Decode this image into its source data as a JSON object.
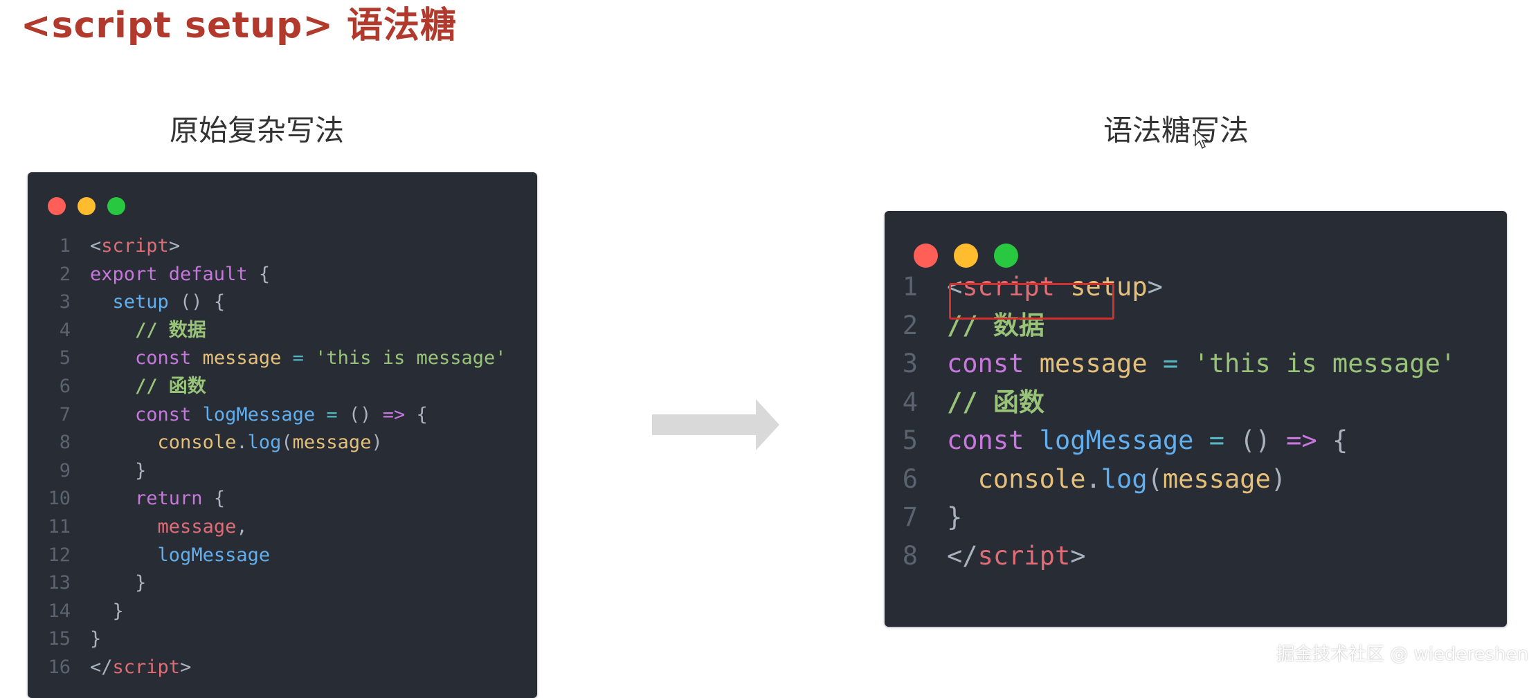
{
  "slide": {
    "title": "<script setup> 语法糖",
    "left_label": "原始复杂写法",
    "right_label": "语法糖写法",
    "watermark": "掘金技术社区 @ wiedereshen"
  },
  "icons": {
    "arrow": "right-arrow-icon",
    "cursor": "mouse-cursor-icon",
    "window_dots": [
      "close-dot",
      "minimize-dot",
      "maximize-dot"
    ]
  },
  "colors": {
    "title": "#b23a2c",
    "editor_bg": "#282c34",
    "highlight_box": "#d0312d",
    "arrow": "#d9d9d9"
  },
  "left_code": {
    "lines": [
      {
        "n": "1",
        "tokens": [
          {
            "c": "plain",
            "t": "<"
          },
          {
            "c": "tag",
            "t": "script"
          },
          {
            "c": "plain",
            "t": ">"
          }
        ]
      },
      {
        "n": "2",
        "tokens": [
          {
            "c": "kw",
            "t": "export default"
          },
          {
            "c": "plain",
            "t": " {"
          }
        ]
      },
      {
        "n": "3",
        "tokens": [
          {
            "c": "plain",
            "t": "  "
          },
          {
            "c": "fn",
            "t": "setup"
          },
          {
            "c": "plain",
            "t": " () {"
          }
        ]
      },
      {
        "n": "4",
        "tokens": [
          {
            "c": "plain",
            "t": "    "
          },
          {
            "c": "comment",
            "t": "// 数据"
          }
        ]
      },
      {
        "n": "5",
        "tokens": [
          {
            "c": "plain",
            "t": "    "
          },
          {
            "c": "kw",
            "t": "const"
          },
          {
            "c": "plain",
            "t": " "
          },
          {
            "c": "var",
            "t": "message"
          },
          {
            "c": "plain",
            "t": " "
          },
          {
            "c": "op",
            "t": "="
          },
          {
            "c": "plain",
            "t": " "
          },
          {
            "c": "str",
            "t": "'this is message'"
          }
        ]
      },
      {
        "n": "6",
        "tokens": [
          {
            "c": "plain",
            "t": "    "
          },
          {
            "c": "comment",
            "t": "// 函数"
          }
        ]
      },
      {
        "n": "7",
        "tokens": [
          {
            "c": "plain",
            "t": "    "
          },
          {
            "c": "kw",
            "t": "const"
          },
          {
            "c": "plain",
            "t": " "
          },
          {
            "c": "fn",
            "t": "logMessage"
          },
          {
            "c": "plain",
            "t": " "
          },
          {
            "c": "op",
            "t": "="
          },
          {
            "c": "plain",
            "t": " () "
          },
          {
            "c": "kw",
            "t": "=>"
          },
          {
            "c": "plain",
            "t": " {"
          }
        ]
      },
      {
        "n": "8",
        "tokens": [
          {
            "c": "plain",
            "t": "      "
          },
          {
            "c": "obj",
            "t": "console"
          },
          {
            "c": "plain",
            "t": "."
          },
          {
            "c": "fn",
            "t": "log"
          },
          {
            "c": "plain",
            "t": "("
          },
          {
            "c": "var",
            "t": "message"
          },
          {
            "c": "plain",
            "t": ")"
          }
        ]
      },
      {
        "n": "9",
        "tokens": [
          {
            "c": "plain",
            "t": "    }"
          }
        ]
      },
      {
        "n": "10",
        "tokens": [
          {
            "c": "plain",
            "t": "    "
          },
          {
            "c": "kw",
            "t": "return"
          },
          {
            "c": "plain",
            "t": " {"
          }
        ]
      },
      {
        "n": "11",
        "tokens": [
          {
            "c": "plain",
            "t": "      "
          },
          {
            "c": "prop",
            "t": "message"
          },
          {
            "c": "plain",
            "t": ","
          }
        ]
      },
      {
        "n": "12",
        "tokens": [
          {
            "c": "plain",
            "t": "      "
          },
          {
            "c": "fn",
            "t": "logMessage"
          }
        ]
      },
      {
        "n": "13",
        "tokens": [
          {
            "c": "plain",
            "t": "    }"
          }
        ]
      },
      {
        "n": "14",
        "tokens": [
          {
            "c": "plain",
            "t": "  }"
          }
        ]
      },
      {
        "n": "15",
        "tokens": [
          {
            "c": "plain",
            "t": "}"
          }
        ]
      },
      {
        "n": "16",
        "tokens": [
          {
            "c": "plain",
            "t": "</"
          },
          {
            "c": "tag",
            "t": "script"
          },
          {
            "c": "plain",
            "t": ">"
          }
        ]
      }
    ]
  },
  "right_code": {
    "lines": [
      {
        "n": "1",
        "tokens": [
          {
            "c": "plain",
            "t": "<"
          },
          {
            "c": "tag",
            "t": "script"
          },
          {
            "c": "plain",
            "t": " "
          },
          {
            "c": "var",
            "t": "setup"
          },
          {
            "c": "plain",
            "t": ">"
          }
        ]
      },
      {
        "n": "2",
        "tokens": [
          {
            "c": "comment",
            "t": "// 数据"
          }
        ]
      },
      {
        "n": "3",
        "tokens": [
          {
            "c": "kw",
            "t": "const"
          },
          {
            "c": "plain",
            "t": " "
          },
          {
            "c": "var",
            "t": "message"
          },
          {
            "c": "plain",
            "t": " "
          },
          {
            "c": "op",
            "t": "="
          },
          {
            "c": "plain",
            "t": " "
          },
          {
            "c": "str",
            "t": "'this is message'"
          }
        ]
      },
      {
        "n": "4",
        "tokens": [
          {
            "c": "comment",
            "t": "// 函数"
          }
        ]
      },
      {
        "n": "5",
        "tokens": [
          {
            "c": "kw",
            "t": "const"
          },
          {
            "c": "plain",
            "t": " "
          },
          {
            "c": "fn",
            "t": "logMessage"
          },
          {
            "c": "plain",
            "t": " "
          },
          {
            "c": "op",
            "t": "="
          },
          {
            "c": "plain",
            "t": " () "
          },
          {
            "c": "kw",
            "t": "=>"
          },
          {
            "c": "plain",
            "t": " {"
          }
        ]
      },
      {
        "n": "6",
        "tokens": [
          {
            "c": "plain",
            "t": "  "
          },
          {
            "c": "obj",
            "t": "console"
          },
          {
            "c": "plain",
            "t": "."
          },
          {
            "c": "fn",
            "t": "log"
          },
          {
            "c": "plain",
            "t": "("
          },
          {
            "c": "var",
            "t": "message"
          },
          {
            "c": "plain",
            "t": ")"
          }
        ]
      },
      {
        "n": "7",
        "tokens": [
          {
            "c": "plain",
            "t": "}"
          }
        ]
      },
      {
        "n": "8",
        "tokens": [
          {
            "c": "plain",
            "t": "</"
          },
          {
            "c": "tag",
            "t": "script"
          },
          {
            "c": "plain",
            "t": ">"
          }
        ]
      }
    ]
  }
}
